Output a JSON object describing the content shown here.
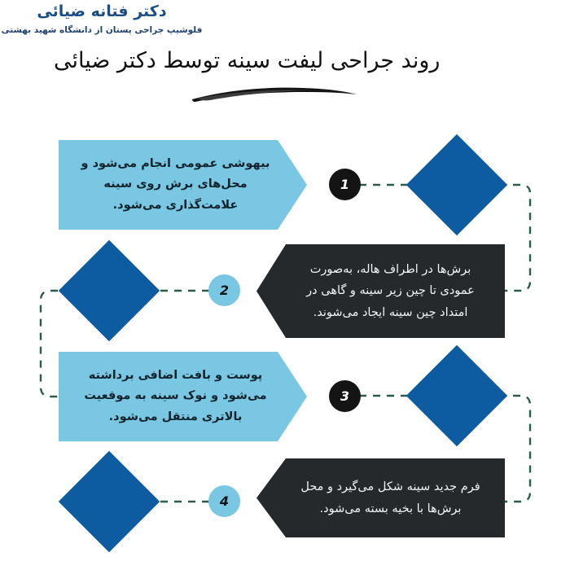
{
  "brand": {
    "name": "دکتر فتانه ضیائی",
    "subtitle": "فلوشیپ جراحی پستان از دانشگاه شهید بهشتی",
    "name_color": "#1b4f84",
    "subtitle_color": "#20416b"
  },
  "header": {
    "title": "روند جراحی لیفت سینه توسط دکتر ضیائی",
    "underline": "brush-stroke-underline"
  },
  "palette": {
    "light_blue": "#79c7e3",
    "dark_blue": "#0d5ba0",
    "dark_box": "#25292b",
    "badge_dark": "#141414",
    "connector_green": "#2b5c4b",
    "white": "#ffffff"
  },
  "steps": [
    {
      "number": "1",
      "text": "بیهوشی عمومی انجام می‌شود و محل‌های برش روی سینه علامت‌گذاری می‌شود.",
      "style": "light",
      "badge_style": "dark",
      "side": "right"
    },
    {
      "number": "2",
      "text": "برش‌ها در اطراف هاله، به‌صورت عمودی تا چین زیر سینه و گاهی در امتداد چین سینه ایجاد می‌شوند.",
      "style": "dark",
      "badge_style": "blue",
      "side": "left"
    },
    {
      "number": "3",
      "text": "پوست و بافت اضافی برداشته می‌شود و نوک سینه به موقعیت بالاتری منتقل می‌شود.",
      "style": "light",
      "badge_style": "dark",
      "side": "right"
    },
    {
      "number": "4",
      "text": "فرم جدید سینه شکل می‌گیرد و محل برش‌ها با بخیه بسته می‌شود.",
      "style": "dark",
      "badge_style": "blue",
      "side": "left"
    }
  ],
  "decorations": {
    "diamonds": 4,
    "connectors": 3
  }
}
